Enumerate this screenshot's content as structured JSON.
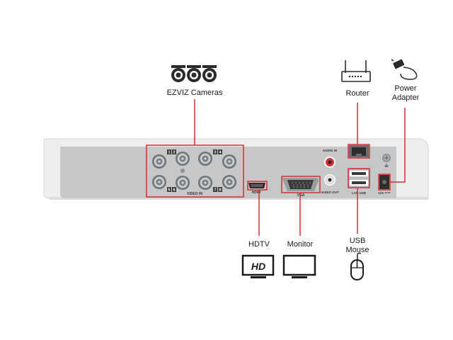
{
  "labels": {
    "cameras": "EZVIZ Cameras",
    "router": "Router",
    "power_line1": "Power",
    "power_line2": "Adapter",
    "hdtv": "HDTV",
    "monitor": "Monitor",
    "usb_line1": "USB",
    "usb_line2": "Mouse"
  },
  "panel": {
    "video_in": "VIDEO IN",
    "hdmi": "HDMI",
    "vga": "VGA",
    "audio_in": "AUDIO IN",
    "audio_out": "AUDIO OUT",
    "lan_usb": "LAN  USB",
    "power_12v": "12V ===",
    "ch1": "1",
    "ch2": "2",
    "ch3": "3",
    "ch4": "4",
    "ch5": "5",
    "ch6": "6",
    "ch7": "7",
    "ch8": "8"
  },
  "hdtv_icon_text": "HD",
  "colors": {
    "connector_line": "#d42f2f",
    "panel": "#c4c6c7",
    "body": "#efefef"
  }
}
